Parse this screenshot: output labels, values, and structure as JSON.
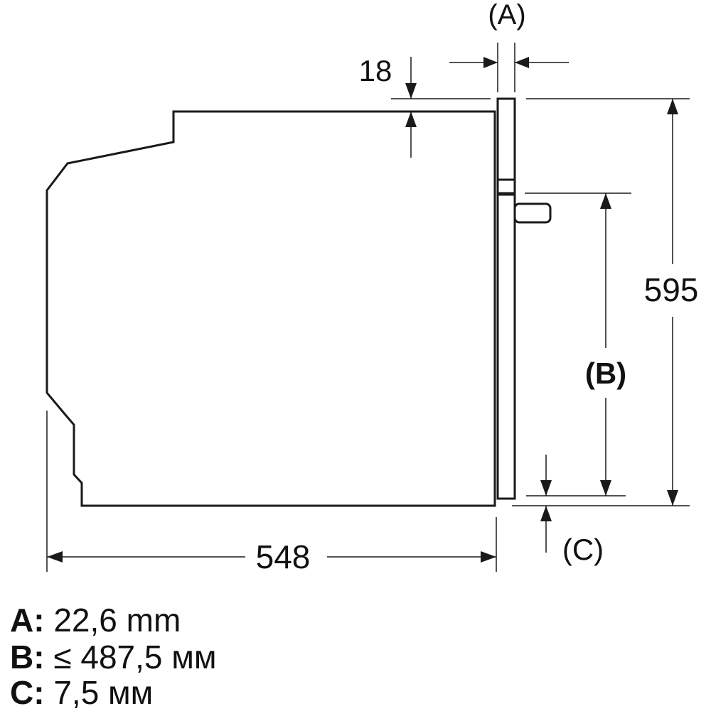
{
  "dimensions": {
    "a_label": "(A)",
    "b_label": "(B)",
    "c_label": "(C)",
    "top_gap": "18",
    "height": "595",
    "depth": "548"
  },
  "legend": [
    {
      "key": "A:",
      "value": "22,6 mm"
    },
    {
      "key": "B:",
      "value": "≤ 487,5 мм"
    },
    {
      "key": "C:",
      "value": "7,5 мм"
    }
  ]
}
